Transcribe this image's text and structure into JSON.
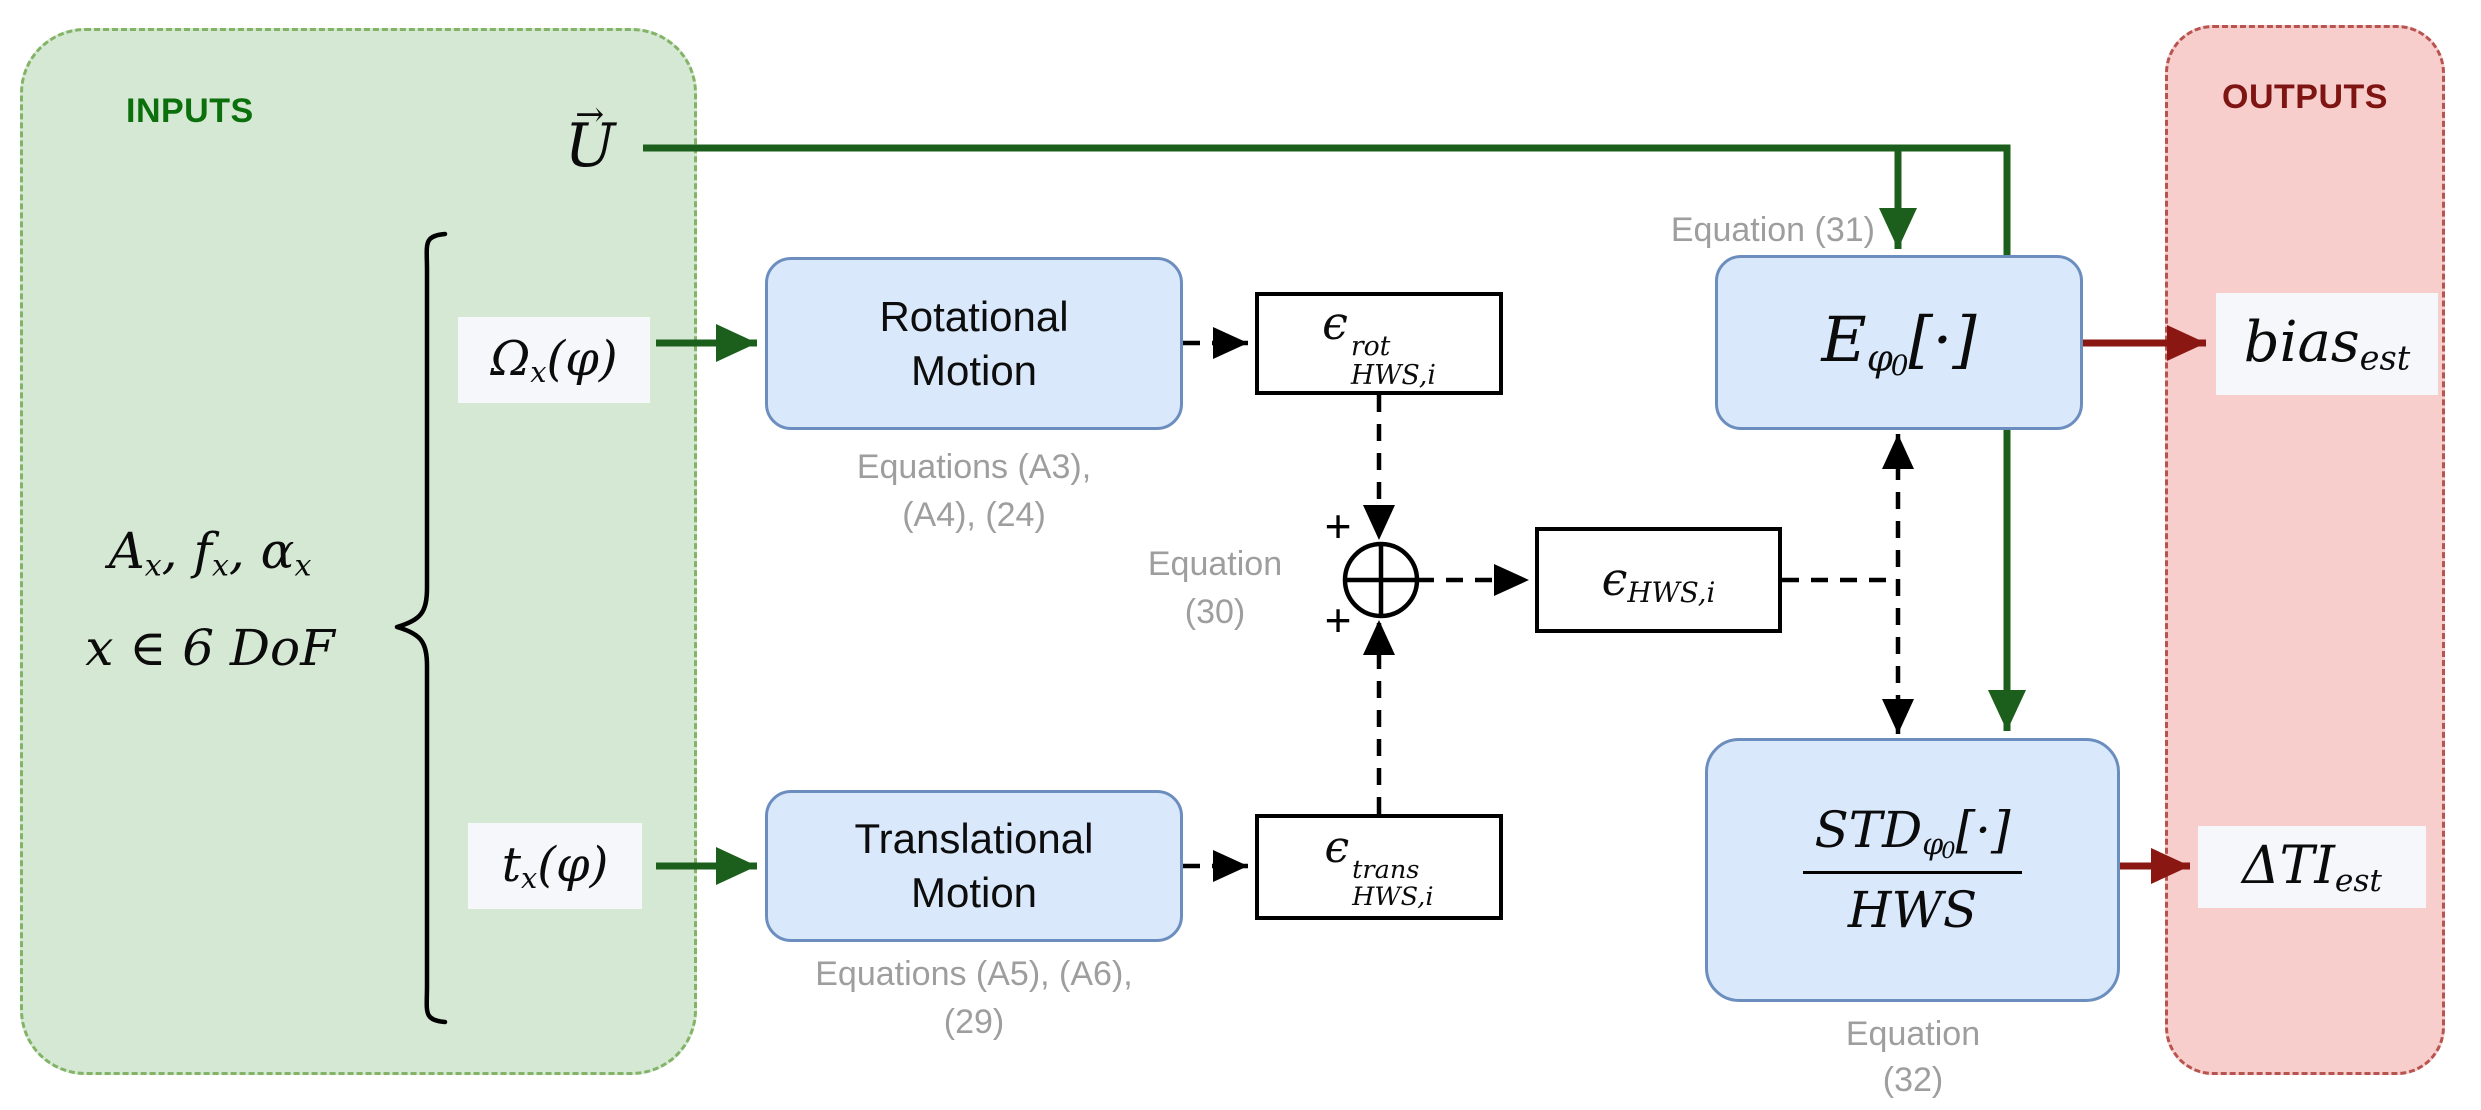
{
  "colors": {
    "panel-green-bg": "#d5e8d4",
    "panel-green-border": "#82b366",
    "inputs-title": "#0b700b",
    "panel-red-bg": "#f8cecc",
    "panel-red-border": "#b85450",
    "outputs-title": "#7f1513",
    "box-blue-bg": "#dae8fc",
    "box-blue-border": "#6c8ebf",
    "line-green": "#1c5f1c",
    "line-red": "#8b1713",
    "annotation-gray": "#9e9e9e",
    "label-bg": "#f6f7fa"
  },
  "inputs": {
    "title": "INPUTS",
    "u": [
      {
        "vec": {
          "t": "U",
          "acc": "→"
        }
      }
    ],
    "params_line1": [
      {
        "t": "A"
      },
      {
        "sub": "x"
      },
      {
        "t": ", f"
      },
      {
        "sub": "x"
      },
      {
        "t": ", α"
      },
      {
        "sub": "x"
      }
    ],
    "params_line2": [
      {
        "t": "x ∈ 6 DoF"
      }
    ],
    "omega": [
      {
        "t": "Ω"
      },
      {
        "sub": "x"
      },
      {
        "t": "(φ)"
      }
    ],
    "t_sig": [
      {
        "t": "t"
      },
      {
        "sub": "x"
      },
      {
        "t": "(φ)"
      }
    ]
  },
  "blocks": {
    "rotational": {
      "line1": "Rotational",
      "line2": "Motion",
      "note": [
        "Equations (A3),",
        "(A4), (24)"
      ]
    },
    "translational": {
      "line1": "Translational",
      "line2": "Motion",
      "note": [
        "Equations (A5), (A6),",
        "(29)"
      ]
    },
    "expectation": {
      "label": [
        {
          "t": "E"
        },
        {
          "sub": "φ"
        },
        {
          "sub2": "0"
        },
        {
          "t": "[·]"
        }
      ],
      "note": "Equation (31)"
    },
    "std": {
      "label": [
        {
          "frac": {
            "num": [
              {
                "t": "STD"
              },
              {
                "sub": "φ"
              },
              {
                "sub2": "0"
              },
              {
                "t": "[·]"
              }
            ],
            "den": [
              {
                "t": "HWS"
              }
            ]
          }
        }
      ],
      "note": [
        "Equation",
        "(32)"
      ]
    }
  },
  "signals": {
    "eps_rot": [
      {
        "t": "ϵ"
      },
      {
        "stack": {
          "up": "rot",
          "dn": "HWS,i"
        }
      }
    ],
    "eps_trans": [
      {
        "t": "ϵ"
      },
      {
        "stack": {
          "up": "trans",
          "dn": "HWS,i"
        }
      }
    ],
    "eps_sum": [
      {
        "t": "ϵ"
      },
      {
        "sub": "HWS,i"
      }
    ]
  },
  "summation": {
    "note": [
      "Equation",
      "(30)"
    ],
    "plus_top": "+",
    "plus_bottom": "+"
  },
  "outputs": {
    "title": "OUTPUTS",
    "bias": [
      {
        "t": "bias"
      },
      {
        "sub": "est"
      }
    ],
    "dti": [
      {
        "t": "ΔTI"
      },
      {
        "sub": "est"
      }
    ]
  }
}
